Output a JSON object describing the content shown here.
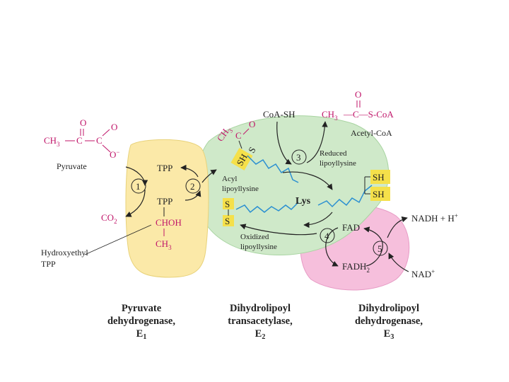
{
  "pyruvate": {
    "o_top": "O",
    "o_right": "O",
    "o_minus": "O",
    "o_minus_sup": "−",
    "ch3": "CH",
    "ch3_sub": "3",
    "c1": "C",
    "c2": "C",
    "label": "Pyruvate"
  },
  "e1": {
    "tpp_top": "TPP",
    "tpp_bottom": "TPP",
    "chohtext": "CHOH",
    "ch3": "CH",
    "ch3_sub": "3",
    "step1": "1",
    "step2": "2",
    "co2": "CO",
    "co2_sub": "2",
    "hydroxyethyl_line1": "Hydroxyethyl",
    "hydroxyethyl_line2": "TPP"
  },
  "e2": {
    "acyl_ch3": "CH",
    "acyl_ch3_sub": "3",
    "acyl_c": "C",
    "acyl_o": "O",
    "sh": "SH",
    "s": "S",
    "acyl_line1": "Acyl",
    "acyl_line2": "lipoyllysine",
    "lys": "Lys",
    "s_top": "S",
    "s_bottom": "S",
    "oxidized_line1": "Oxidized",
    "oxidized_line2": "lipoyllysine",
    "coa_sh": "CoA-SH",
    "step3": "3",
    "reduced_line1": "Reduced",
    "reduced_line2": "lipoyllysine",
    "sh_top": "SH",
    "sh_bottom": "SH"
  },
  "acetyl_coa": {
    "o": "O",
    "ch3": "CH",
    "ch3_sub": "3",
    "rest": "—C—S-CoA",
    "label": "Acetyl-CoA"
  },
  "e3": {
    "fad": "FAD",
    "fadh2": "FADH",
    "fadh2_sub": "2",
    "step4": "4",
    "step5": "5",
    "nadh": "NADH + H",
    "nadh_sup": "+",
    "nad": "NAD",
    "nad_sup": "+"
  },
  "enzymes": {
    "e1_line1": "Pyruvate",
    "e1_line2": "dehydrogenase,",
    "e1_line3": "E",
    "e1_sub": "1",
    "e2_line1": "Dihydrolipoyl",
    "e2_line2": "transacetylase,",
    "e2_line3": "E",
    "e2_sub": "2",
    "e3_line1": "Dihydrolipoyl",
    "e3_line2": "dehydrogenase,",
    "e3_line3": "E",
    "e3_sub": "3"
  },
  "colors": {
    "e1_fill": "#fbe9a8",
    "e2_fill": "#cfe9c9",
    "e3_fill": "#f6bfdc",
    "highlight": "#f5e04a",
    "magenta": "#c0166a",
    "lipoyl": "#2a8fd1"
  }
}
